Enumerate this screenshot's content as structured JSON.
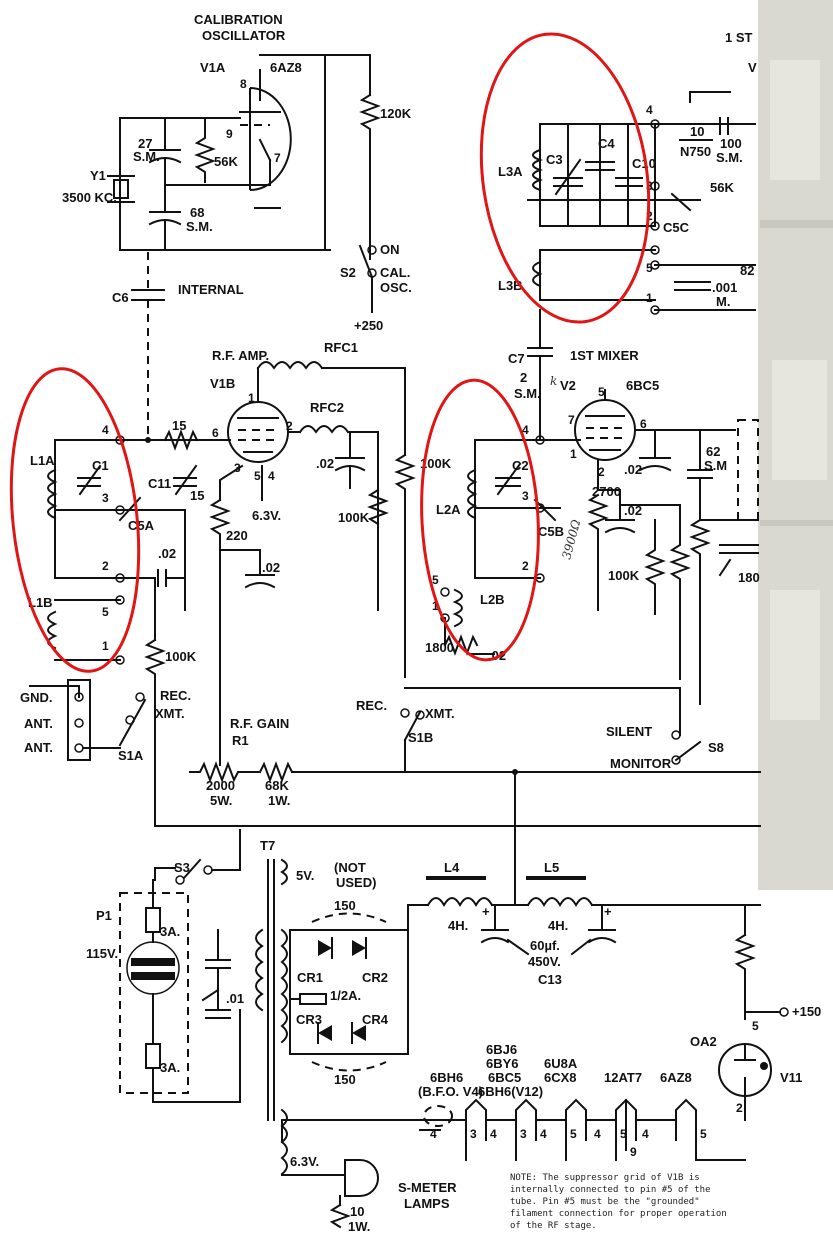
{
  "sections": {
    "cal_title": "CALIBRATION",
    "cal_title2": "OSCILLATOR",
    "rf_amp": "R.F. AMP.",
    "mixer": "1ST MIXER",
    "first_top": "1 ST"
  },
  "tubes": {
    "v1a": "V1A",
    "v1a_type": "6AZ8",
    "v1b": "V1B",
    "v2": "V2",
    "v2_type": "6BC5",
    "v11": "V11",
    "v11_type": "OA2",
    "v_top": "V"
  },
  "parts": {
    "r120k": "120K",
    "r56k_cal": "56K",
    "c27": "27",
    "c27_sm": "S.M.",
    "c68": "68",
    "c68_sm": "S.M.",
    "y1": "Y1",
    "y1_freq": "3500 KC.",
    "c6": "C6",
    "internal": "INTERNAL",
    "s2": "S2",
    "on": "ON",
    "cal": "CAL.",
    "osc": "OSC.",
    "plus250": "+250",
    "rfc1": "RFC1",
    "rfc2": "RFC2",
    "r15": "15",
    "c1": "C1",
    "c11": "C11",
    "c11_val": "15",
    "c5a": "C5A",
    "l1a": "L1A",
    "l1b": "L1B",
    "c02_a": ".02",
    "c02_b": ".02",
    "c02_c": ".02",
    "c02_d": ".02",
    "c02_e": ".02",
    "c02_f": ".02",
    "r220": "220",
    "v63": "6.3V.",
    "r100k_a": "100K",
    "r100k_b": "100K",
    "r100k_c": "100K",
    "r100k_d": "100K",
    "rec": "REC.",
    "xmt": "XMT.",
    "rec2": "REC.",
    "xmt2": "XMT.",
    "gnd": "GND.",
    "ant1": "ANT.",
    "ant2": "ANT.",
    "s1a": "S1A",
    "s1b": "S1B",
    "rf_gain": "R.F. GAIN",
    "r1": "R1",
    "r2000": "2000",
    "r2000_w": "5W.",
    "r68k": "68K",
    "r68k_w": "1W.",
    "c3": "C3",
    "c4": "C4",
    "c10": "C10",
    "c10_val": "10",
    "c10_type": "N750",
    "c100": "100",
    "c100_sm": "S.M.",
    "c5c": "C5C",
    "r56k_top": "56K",
    "l3a": "L3A",
    "l3b": "L3B",
    "c001": ".001",
    "c001_m": "M.",
    "r82": "82",
    "c7": "C7",
    "c7_val": "2",
    "c7_sm": "S.M.",
    "c2": "C2",
    "c5b": "C5B",
    "l2a": "L2A",
    "l2b": "L2B",
    "r2700": "2700",
    "hand_3900": "3900Ω",
    "r1800": "1800",
    "c62": "62",
    "c62_sm": "S.M",
    "r180": "180",
    "silent": "SILENT",
    "monitor": "MONITOR",
    "s8": "S8"
  },
  "power": {
    "s3": "S3",
    "t7": "T7",
    "not_used": "(NOT",
    "not_used2": "USED)",
    "v5": "5V.",
    "p1": "P1",
    "v115": "115V.",
    "fuse1": "3A.",
    "fuse2": "3A.",
    "c01": ".01",
    "c150a": "150",
    "c150b": "150",
    "cr1": "CR1",
    "cr2": "CR2",
    "cr3": "CR3",
    "cr4": "CR4",
    "fuse_half": "1/2A.",
    "l4": "L4",
    "l4_val": "4H.",
    "l5": "L5",
    "l5_val": "4H.",
    "c13_val": "60µf.",
    "c13_v": "450V.",
    "c13": "C13",
    "plus150": "+150",
    "v63_fil": "6.3V.",
    "smeter": "S-METER",
    "lamps": "LAMPS",
    "r10": "10",
    "r10_w": "1W."
  },
  "filaments": {
    "col1_a": "6BH6",
    "col1_b": "(B.F.O. V4)",
    "col2_a": "6BJ6",
    "col2_b": "6BY6",
    "col2_c": "6BC5",
    "col2_d": "6BH6(V12)",
    "col3_a": "6U8A",
    "col3_b": "6CX8",
    "col4": "12AT7",
    "col5": "6AZ8",
    "pin_labels": [
      "4",
      "3",
      "4",
      "3",
      "4",
      "5",
      "4",
      "9",
      "5",
      "4",
      "5"
    ]
  },
  "note": {
    "l1": "NOTE:  The suppressor grid of V1B is",
    "l2": "internally connected to pin #5 of the",
    "l3": "tube.  Pin #5 must be the \"grounded\"",
    "l4": "filament connection for proper operation",
    "l5": "of the RF stage."
  },
  "pins": {
    "p4a": "4",
    "p3a": "3",
    "p2a": "2",
    "p5a": "5",
    "p1a": "1",
    "p4b": "4",
    "p3b": "3",
    "p2b": "2",
    "p5b": "5",
    "p1b": "1",
    "p4c": "4",
    "p3c": "3",
    "p2c": "2",
    "p5c": "5",
    "p1c": "1",
    "v1a_p8": "8",
    "v1a_p9": "9",
    "v1a_p7": "7",
    "v1b_p6": "6",
    "v1b_p2": "2",
    "v1b_p1": "1",
    "v1b_p3": "3",
    "v1b_p5": "5",
    "v1b_p4": "4",
    "v2_p5": "5",
    "v2_p7": "7",
    "v2_p6": "6",
    "v2_p1": "1",
    "v2_p2": "2",
    "v11_p5": "5",
    "v11_p2": "2"
  },
  "colors": {
    "ink": "#111111",
    "highlight": "#e01616",
    "photo": "#d9d9d2"
  }
}
